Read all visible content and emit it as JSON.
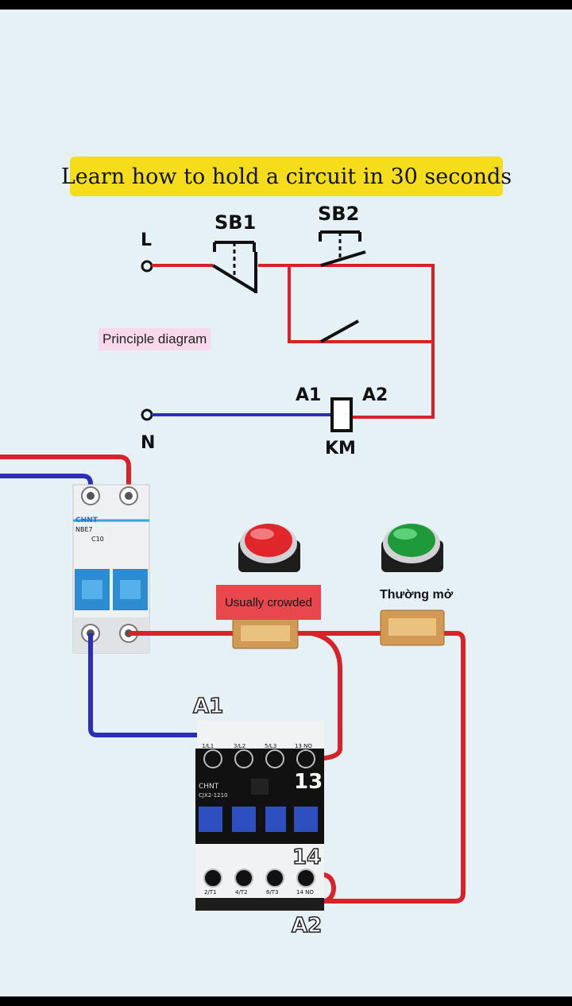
{
  "title": "Learn how to hold a circuit in 30 seconds",
  "schematic": {
    "section_label": "Principle diagram",
    "line_label": "L",
    "neutral_label": "N",
    "switch1_label": "SB1",
    "switch2_label": "SB2",
    "coil_a1_label": "A1",
    "coil_a2_label": "A2",
    "coil_label": "KM"
  },
  "wiring": {
    "stop_button_label": "Usually crowded",
    "start_button_label": "Thường mở",
    "breaker_brand": "CHNT",
    "breaker_model": "NBE7",
    "breaker_rating": "C10",
    "contactor_brand": "CHNT",
    "contactor_model": "CJX2-1210",
    "top_terminals": [
      "1/L1",
      "3/L2",
      "5/L3",
      "13 NO"
    ],
    "bottom_terminals": [
      "2/T1",
      "4/T2",
      "6/T3",
      "14 NO"
    ],
    "aux_top_label": "13",
    "aux_bottom_label": "14",
    "a1_label": "A1",
    "a2_label": "A2"
  },
  "colors": {
    "wire_live": "#d8222a",
    "wire_neutral": "#2b2fb8",
    "banner": "#f5dd1c",
    "stop_button": "#e0252b",
    "start_button": "#1f9a3a"
  }
}
